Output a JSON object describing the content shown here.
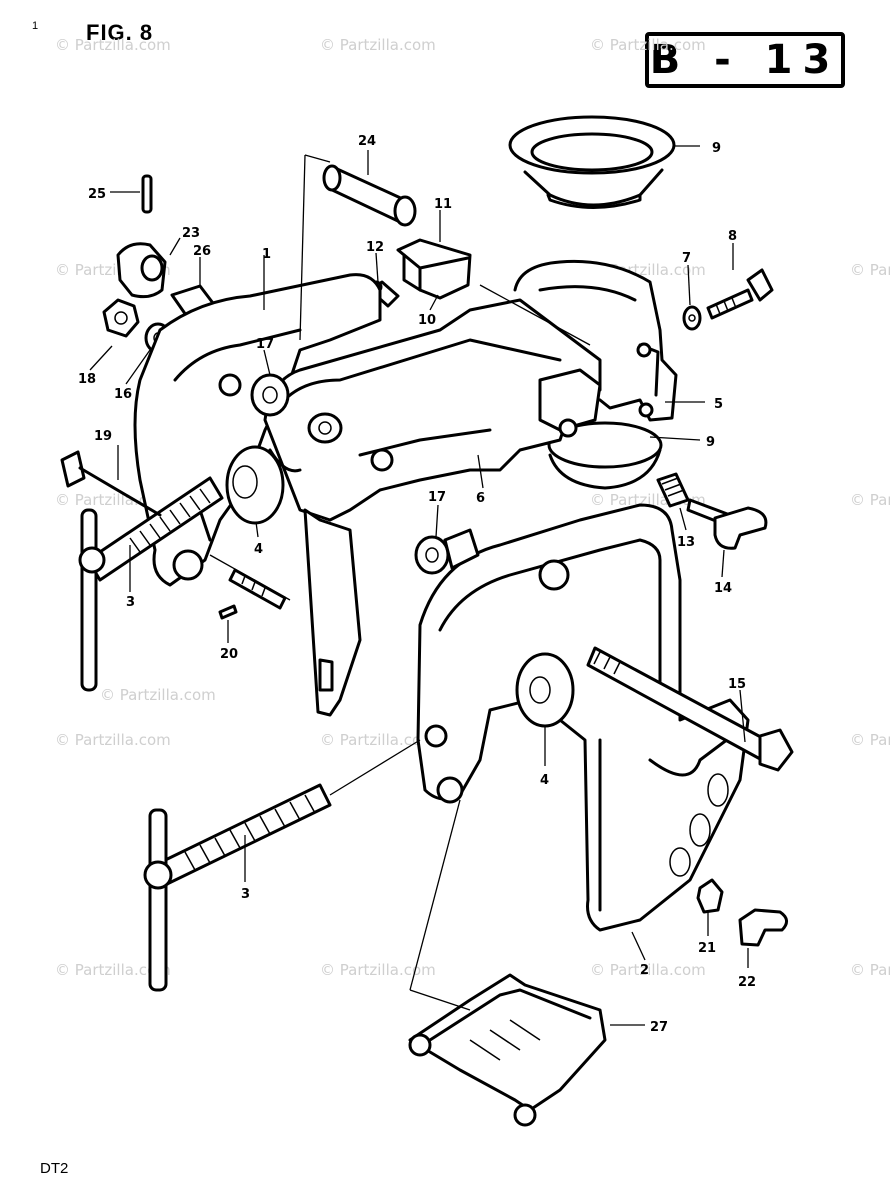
{
  "header": {
    "figure_label": "FIG. 8",
    "section_code": "B - 13",
    "page_mark": "1"
  },
  "footer": {
    "model": "DT2"
  },
  "watermark": {
    "text": "© Partzilla.com",
    "color": "#cfcfcf"
  },
  "callouts": {
    "c1": "1",
    "c2": "2",
    "c3a": "3",
    "c3b": "3",
    "c4a": "4",
    "c4b": "4",
    "c5": "5",
    "c6": "6",
    "c7": "7",
    "c8": "8",
    "c9a": "9",
    "c9b": "9",
    "c10": "10",
    "c11": "11",
    "c12": "12",
    "c13": "13",
    "c14": "14",
    "c15": "15",
    "c16": "16",
    "c17a": "17",
    "c17b": "17",
    "c18": "18",
    "c19": "19",
    "c20": "20",
    "c21": "21",
    "c22": "22",
    "c23": "23",
    "c24": "24",
    "c25": "25",
    "c26": "26",
    "c27": "27"
  },
  "parts": [
    {
      "ref": "1",
      "name": "bracket-left-icon"
    },
    {
      "ref": "2",
      "name": "bracket-right-icon"
    },
    {
      "ref": "3",
      "name": "clamp-screw-icon"
    },
    {
      "ref": "4",
      "name": "clamp-pad-icon"
    },
    {
      "ref": "5",
      "name": "swivel-clamp-icon"
    },
    {
      "ref": "6",
      "name": "swivel-bracket-icon"
    },
    {
      "ref": "7",
      "name": "washer-icon"
    },
    {
      "ref": "8",
      "name": "bolt-icon"
    },
    {
      "ref": "9",
      "name": "bushing-ring-icon"
    },
    {
      "ref": "10",
      "name": "clip-icon"
    },
    {
      "ref": "11",
      "name": "plate-icon"
    },
    {
      "ref": "12",
      "name": "grease-nipple-icon"
    },
    {
      "ref": "13",
      "name": "spring-icon"
    },
    {
      "ref": "14",
      "name": "wing-bolt-icon"
    },
    {
      "ref": "15",
      "name": "through-bolt-icon"
    },
    {
      "ref": "16",
      "name": "washer-icon"
    },
    {
      "ref": "17",
      "name": "washer-icon"
    },
    {
      "ref": "18",
      "name": "nut-icon"
    },
    {
      "ref": "19",
      "name": "bolt-icon"
    },
    {
      "ref": "20",
      "name": "pin-icon"
    },
    {
      "ref": "21",
      "name": "nut-icon"
    },
    {
      "ref": "22",
      "name": "wing-nut-icon"
    },
    {
      "ref": "23",
      "name": "nut-cap-icon"
    },
    {
      "ref": "24",
      "name": "pin-icon"
    },
    {
      "ref": "25",
      "name": "cotter-pin-icon"
    },
    {
      "ref": "26",
      "name": "bushing-icon"
    },
    {
      "ref": "27",
      "name": "clamp-pad-icon"
    }
  ]
}
